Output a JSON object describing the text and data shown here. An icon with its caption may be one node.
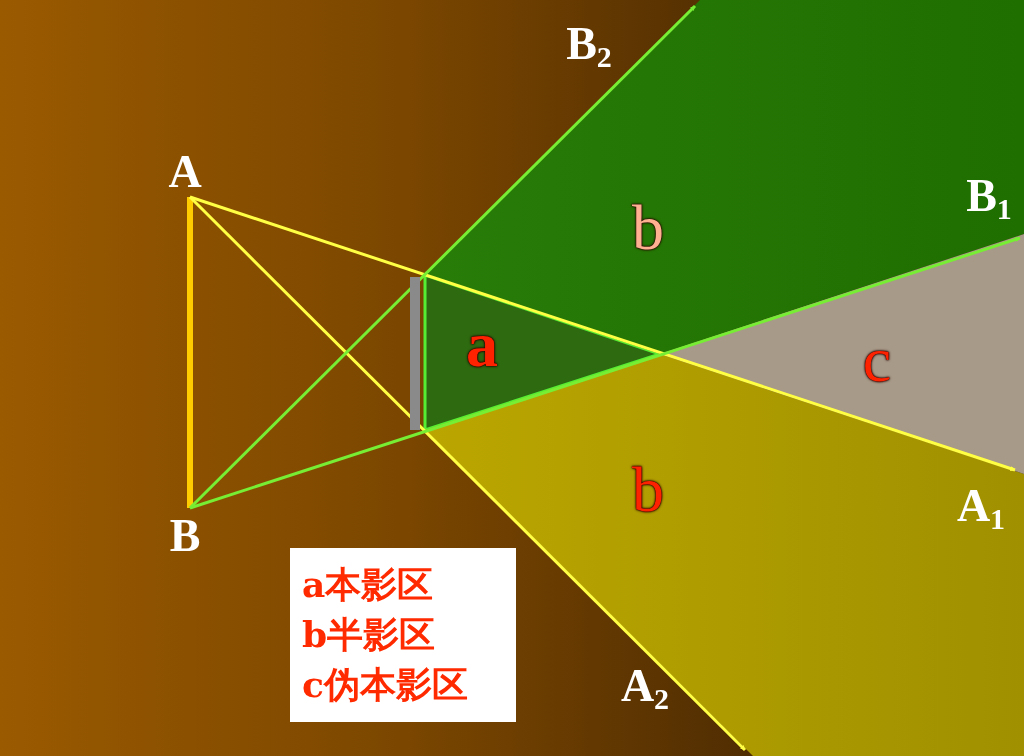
{
  "diagram": {
    "nodes": [
      {
        "text": [
          "A"
        ]
      },
      {
        "text": [
          "B"
        ]
      },
      {
        "text": [
          "B$_{2}$"
        ]
      },
      {
        "text": [
          "B$_{1}$"
        ]
      },
      {
        "text": [
          "A$_{1}$"
        ]
      },
      {
        "text": [
          "A$_{2}$"
        ]
      },
      {
        "text": [],
        "shape": "bar"
      },
      {
        "text": [
          "a"
        ]
      },
      {
        "text": [
          "b"
        ]
      },
      {
        "text": [
          "b"
        ]
      },
      {
        "text": [
          "c"
        ]
      },
      {
        "text": [
          "a本影区",
          "b半影区",
          "c伪本影区"
        ]
      }
    ],
    "edges": [
      {
        "from": 0,
        "to": 1,
        "arrow": "none",
        "style": "thick",
        "color": "#ffcc00"
      },
      {
        "from": 0,
        "to": 4,
        "arrow": "to",
        "color": "#ffff44"
      },
      {
        "from": 0,
        "to": 5,
        "arrow": "to",
        "color": "#ffff44"
      },
      {
        "from": 1,
        "to": 2,
        "arrow": "to",
        "color": "#77ee33"
      },
      {
        "from": 1,
        "to": 3,
        "arrow": "to",
        "color": "#77ee33"
      }
    ]
  }
}
